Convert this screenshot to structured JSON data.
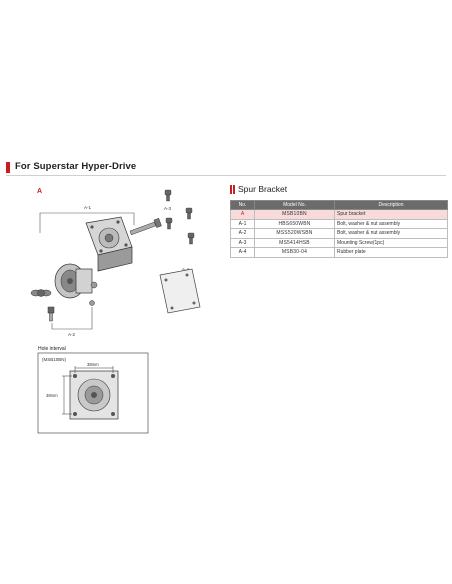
{
  "section": {
    "title": "For Superstar Hyper-Drive"
  },
  "diagram": {
    "assembly_mark": "A",
    "labels": [
      "A-1",
      "A-2",
      "A-3",
      "A-4"
    ],
    "hole_interval": {
      "title": "Hole interval",
      "model": "(MSB10BN)",
      "width_label": "38mm",
      "height_label": "38mm"
    }
  },
  "spec": {
    "title": "Spur Bracket",
    "columns": [
      "No.",
      "Model No.",
      "Description"
    ],
    "rows": [
      {
        "no": "A",
        "model": "MSB10BN",
        "desc": "Spur bracket",
        "highlight": true
      },
      {
        "no": "A-1",
        "model": "HBS650WBN",
        "desc": "Bolt, washer & nut assembly"
      },
      {
        "no": "A-2",
        "model": "MSS520WSBN",
        "desc": "Bolt, washer & nut assembly"
      },
      {
        "no": "A-3",
        "model": "MS5414HSB",
        "desc": "Mounting Screw(1pc)"
      },
      {
        "no": "A-4",
        "model": "MSB30-04",
        "desc": "Rubber plate"
      }
    ]
  },
  "colors": {
    "accent": "#c81e1e",
    "header_bg": "#6b6b6b",
    "highlight_row": "#f8dada"
  }
}
